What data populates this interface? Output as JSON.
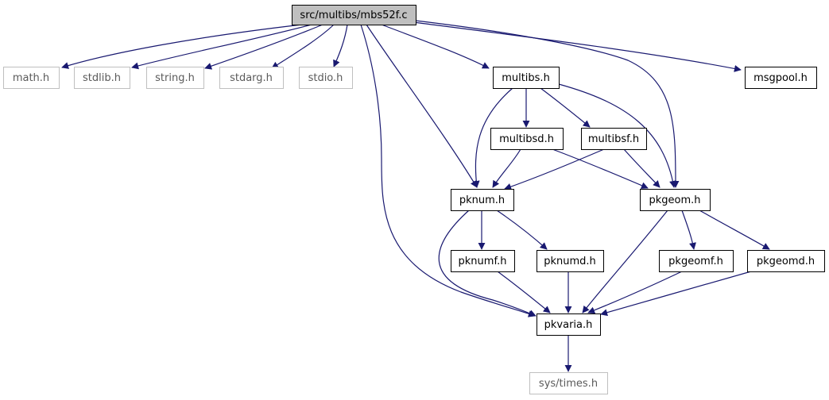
{
  "colors": {
    "edge": "#191970",
    "node_border": "#000000",
    "external_border": "#bfbfbf",
    "root_fill": "#bfbfbf",
    "node_fill": "#ffffff",
    "text": "#000000",
    "external_text": "#5a5a5a"
  },
  "nodes": [
    {
      "id": "root",
      "label": "src/multibs/mbs52f.c",
      "kind": "root"
    },
    {
      "id": "math",
      "label": "math.h",
      "kind": "external"
    },
    {
      "id": "stdlib",
      "label": "stdlib.h",
      "kind": "external"
    },
    {
      "id": "string",
      "label": "string.h",
      "kind": "external"
    },
    {
      "id": "stdarg",
      "label": "stdarg.h",
      "kind": "external"
    },
    {
      "id": "stdio",
      "label": "stdio.h",
      "kind": "external"
    },
    {
      "id": "multibs",
      "label": "multibs.h",
      "kind": "header"
    },
    {
      "id": "msgpool",
      "label": "msgpool.h",
      "kind": "header"
    },
    {
      "id": "multibsd",
      "label": "multibsd.h",
      "kind": "header"
    },
    {
      "id": "multibsf",
      "label": "multibsf.h",
      "kind": "header"
    },
    {
      "id": "pknum",
      "label": "pknum.h",
      "kind": "header"
    },
    {
      "id": "pkgeom",
      "label": "pkgeom.h",
      "kind": "header"
    },
    {
      "id": "pknumf",
      "label": "pknumf.h",
      "kind": "header"
    },
    {
      "id": "pknumd",
      "label": "pknumd.h",
      "kind": "header"
    },
    {
      "id": "pkgeomf",
      "label": "pkgeomf.h",
      "kind": "header"
    },
    {
      "id": "pkgeomd",
      "label": "pkgeomd.h",
      "kind": "header"
    },
    {
      "id": "pkvaria",
      "label": "pkvaria.h",
      "kind": "header"
    },
    {
      "id": "systimes",
      "label": "sys/times.h",
      "kind": "external"
    }
  ],
  "edges": [
    {
      "from": "root",
      "to": "math"
    },
    {
      "from": "root",
      "to": "stdlib"
    },
    {
      "from": "root",
      "to": "string"
    },
    {
      "from": "root",
      "to": "stdarg"
    },
    {
      "from": "root",
      "to": "stdio"
    },
    {
      "from": "root",
      "to": "multibs"
    },
    {
      "from": "root",
      "to": "msgpool"
    },
    {
      "from": "root",
      "to": "pkgeom"
    },
    {
      "from": "root",
      "to": "pknum"
    },
    {
      "from": "root",
      "to": "pkvaria"
    },
    {
      "from": "multibs",
      "to": "multibsd"
    },
    {
      "from": "multibs",
      "to": "multibsf"
    },
    {
      "from": "multibs",
      "to": "pknum"
    },
    {
      "from": "multibs",
      "to": "pkgeom"
    },
    {
      "from": "multibsd",
      "to": "pknum"
    },
    {
      "from": "multibsd",
      "to": "pkgeom"
    },
    {
      "from": "multibsf",
      "to": "pknum"
    },
    {
      "from": "multibsf",
      "to": "pkgeom"
    },
    {
      "from": "pknum",
      "to": "pknumf"
    },
    {
      "from": "pknum",
      "to": "pknumd"
    },
    {
      "from": "pknum",
      "to": "pkvaria"
    },
    {
      "from": "pkgeom",
      "to": "pkgeomf"
    },
    {
      "from": "pkgeom",
      "to": "pkgeomd"
    },
    {
      "from": "pkgeom",
      "to": "pkvaria"
    },
    {
      "from": "pknumf",
      "to": "pkvaria"
    },
    {
      "from": "pknumd",
      "to": "pkvaria"
    },
    {
      "from": "pkgeomf",
      "to": "pkvaria"
    },
    {
      "from": "pkgeomd",
      "to": "pkvaria"
    },
    {
      "from": "pkvaria",
      "to": "systimes"
    }
  ]
}
